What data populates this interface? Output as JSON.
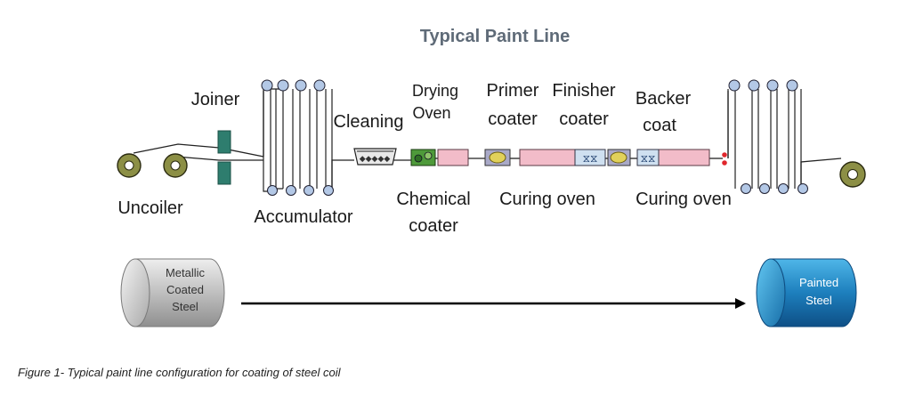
{
  "title": "Typical Paint Line",
  "caption": "Figure 1- Typical paint line configuration for coating of steel coil",
  "labels": {
    "joiner": "Joiner",
    "uncoiler": "Uncoiler",
    "accumulator": "Accumulator",
    "cleaning": "Cleaning",
    "drying": "Drying",
    "oven": "Oven",
    "primer": "Primer",
    "primer_coater": "coater",
    "finisher": "Finisher",
    "finisher_coater": "coater",
    "backer": "Backer",
    "backer_coat": "coat",
    "chemical": "Chemical",
    "chemical_coater": "coater",
    "curing_oven_1": "Curing oven",
    "curing_oven_2": "Curing oven"
  },
  "cylinders": {
    "input": {
      "line1": "Metallic",
      "line2": "Coated",
      "line3": "Steel",
      "color": "#b8b8b8"
    },
    "output": {
      "line1": "Painted",
      "line2": "Steel",
      "color": "#1b79b8"
    }
  },
  "colors": {
    "joiner": "#2e7d6e",
    "roller": "#b3c8e6",
    "coil": "#8c8f45",
    "oven": "#f2bcc9",
    "chem": "#4e9a3a",
    "coater": "#e1d15a",
    "idle": "#cfe0f0",
    "accent_red": "#e0262c"
  }
}
